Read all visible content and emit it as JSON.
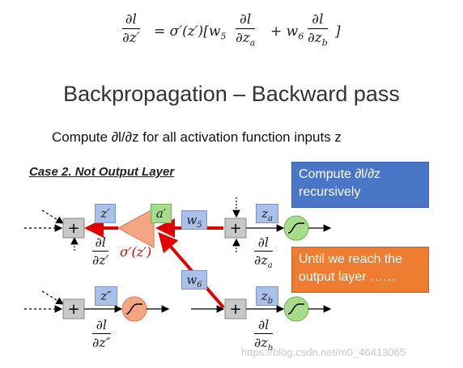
{
  "formula": {
    "lhs_num": "∂l",
    "lhs_den": "∂z′",
    "mid": "= σ′(z′)[w",
    "mid_sub": "5",
    "t1_num": "∂l",
    "t1_den": "∂z",
    "t1_den_sub": "a",
    "plus": "+ w",
    "plus_sub": "6",
    "t2_num": "∂l",
    "t2_den": "∂z",
    "t2_den_sub": "b",
    "close": "]"
  },
  "title": "Backpropagation – Backward pass",
  "subtitle": "Compute ∂l/∂z for all activation function inputs z",
  "case_title": "Case 2. Not Output Layer",
  "callouts": {
    "blue_line1": "Compute ∂l/∂z",
    "blue_line2": "recursively",
    "orange_line1": "Until we reach the",
    "orange_line2": "output layer ……",
    "blue_color": "#4a76c8",
    "orange_color": "#ee7d31"
  },
  "labels": {
    "z_prime": "z′",
    "a_prime": "a′",
    "w5": "w",
    "w5_sub": "5",
    "w6": "w",
    "w6_sub": "6",
    "z_a": "z",
    "z_a_sub": "a",
    "z_b": "z",
    "z_b_sub": "b",
    "z_dprime": "z″",
    "sigma": "σ′(z′)"
  },
  "fractions": {
    "f1_num": "∂l",
    "f1_den": "∂z′",
    "f2_num": "∂l",
    "f2_den": "∂z",
    "f2_den_sub": "a",
    "f3_num": "∂l",
    "f3_den": "∂z″",
    "f4_num": "∂l",
    "f4_den": "∂z",
    "f4_den_sub": "b"
  },
  "plus_symbol": "+",
  "watermark": "https://blog.csdn.net/m0_46413065",
  "colors": {
    "red_arrow": "#e00000",
    "blue_label": "#a9c0e8",
    "green_label": "#a6dc8a",
    "activation_green": "#a6dc8a",
    "activation_orange": "#f4a582",
    "triangle_orange": "#f4a582",
    "plus_box": "#c8c8c8"
  },
  "icons": [
    "sigmoid-icon",
    "plus-icon",
    "triangle-activation-icon",
    "arrow-icon"
  ]
}
